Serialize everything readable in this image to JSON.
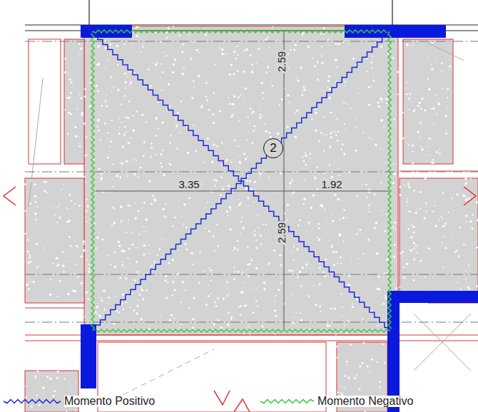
{
  "diagram": {
    "nodes": [
      {
        "text": [
          "2"
        ]
      }
    ],
    "labels": [
      "2.59",
      "3.35",
      "1.92",
      "2.59"
    ],
    "legend": [
      {
        "text": "Momento Positivo"
      },
      {
        "text": "Momento Negativo"
      }
    ]
  }
}
